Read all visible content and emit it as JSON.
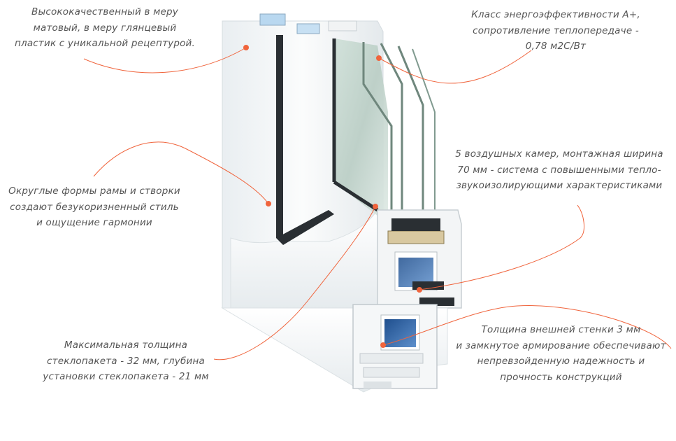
{
  "colors": {
    "accent": "#f0643c",
    "frame_white": "#f4f6f7",
    "glass_tint": "#9fb8ad",
    "seal_dark": "#2a2f33",
    "reinforcement_blue": "#3b6fb0",
    "text": "#555555"
  },
  "annotations": {
    "plastic": {
      "lines": [
        "Высококачественный в меру",
        "матовый, в меру глянцевый",
        "пластик с уникальной рецептурой."
      ]
    },
    "energy": {
      "lines": [
        "Класс энергоэффективности А+,",
        "сопротивление теплопередаче -",
        "0,78 м2С/Вт"
      ]
    },
    "chambers": {
      "lines": [
        "5 воздушных камер, монтажная ширина",
        "70 мм - система с повышенными тепло-",
        "звукоизолирующими характеристиками"
      ]
    },
    "shapes": {
      "lines": [
        "Округлые формы рамы и створки",
        "создают безукоризненный стиль",
        "и ощущение гармонии"
      ]
    },
    "glazing": {
      "lines": [
        "Максимальная толщина",
        "стеклопакета - 32 мм, глубина",
        "установки стеклопакета - 21 мм"
      ]
    },
    "wall": {
      "lines": [
        "Толщина внешней стенки 3 мм",
        "и замкнутое армирование обеспечивают",
        "непревзойденную надежность и",
        "прочность конструкций"
      ]
    }
  }
}
